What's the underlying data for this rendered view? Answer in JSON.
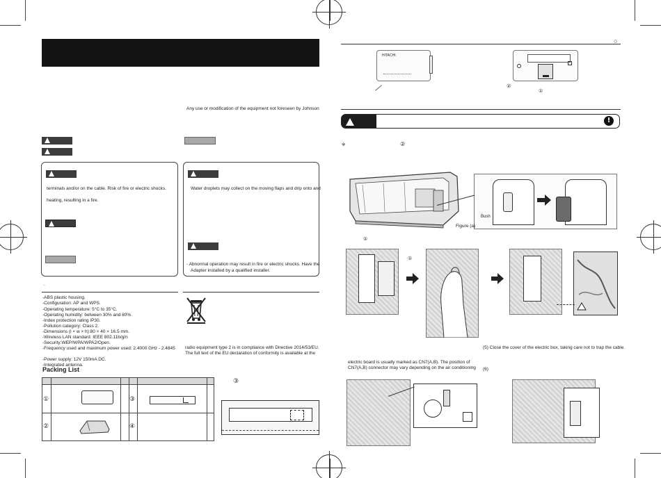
{
  "left_page": {
    "lead_text": "Any use or modification of the equipment not foreseen by Johnson",
    "warning_panel": {
      "line1": "terminals and/or on the cable. Risk of fire or electric shocks.",
      "line2": "heating, resulting in a fire."
    },
    "caution_panel": {
      "line1": "Water droplets may collect on the moving flaps and drip onto and",
      "line2": "- Abnormal operation may result in fire or electric shocks. Have the",
      "line3": "Adapter installed by a qualified installer."
    },
    "footnote": ".",
    "specs": [
      "-ABS plastic housing.",
      "-Configuration: AP and WPS.",
      "-Operating temperature: 5°C to 35°C.",
      "-Operating humidity: between 30% and 80%.",
      "-Index protection rating IP30.",
      "-Pollution category: Class 2.",
      "-Dimensions (l × w × h):80 × 40 × 16.5 mm.",
      "-Wireless LAN standard: IEEE 802.11b/g/n",
      "-Security:WEP/WPA/WPA2/Open.",
      "-Frequency used and maximum power used: 2.4000 GHz - 2.4845",
      "-Power supply: 12V 150mA DC.",
      "-Integrated antenna."
    ],
    "eu_text": [
      "radio equipment type 2 is in compliance with Directive 2014/53/EU.",
      "The full text of the EU declaration of conformity is available at the"
    ],
    "packing_list": {
      "title": "Packing List",
      "item_numbers": [
        "①",
        "②",
        "③",
        "④"
      ],
      "side_marker": "③"
    }
  },
  "right_page": {
    "circle_marker": "○",
    "device_labels": {
      "brand": "HITACHI",
      "num1": "①",
      "num2": "②"
    },
    "caution_icon": "!",
    "note_text": {
      "symbol": "※",
      "num": "②"
    },
    "figure_a": {
      "bush_label": "Bush",
      "caption": "Figure (a)"
    },
    "step_markers": {
      "a": "①",
      "b": "①"
    },
    "step5": "(5) Close the cover of the electric box, taking care not to trap the cable.",
    "step6": "(6)",
    "electric_board_text": [
      "electric board is usually marked as CN7(A,B). The position of",
      "CN7(A,B) connector may vary depending on the air conditioning"
    ]
  }
}
